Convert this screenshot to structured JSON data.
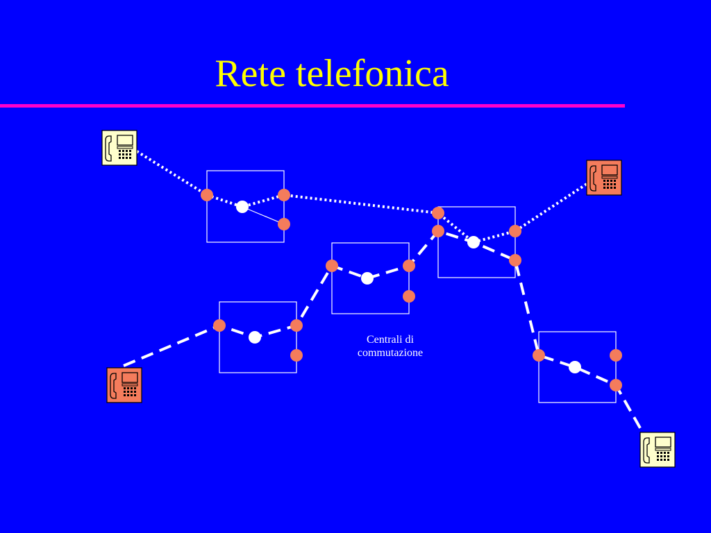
{
  "title": "Rete telefonica",
  "caption": {
    "line1": "Centrali di",
    "line2": "commutazione"
  },
  "colors": {
    "background": "#0000ff",
    "title": "#ffff00",
    "rule": "#ff00cc",
    "node": "#f47c5c",
    "switch_point": "#ffffff",
    "phone_light": "#ffffcc",
    "phone_orange": "#f47c5c",
    "path": "#ffffff"
  },
  "icons": [
    "telephone-icon"
  ]
}
